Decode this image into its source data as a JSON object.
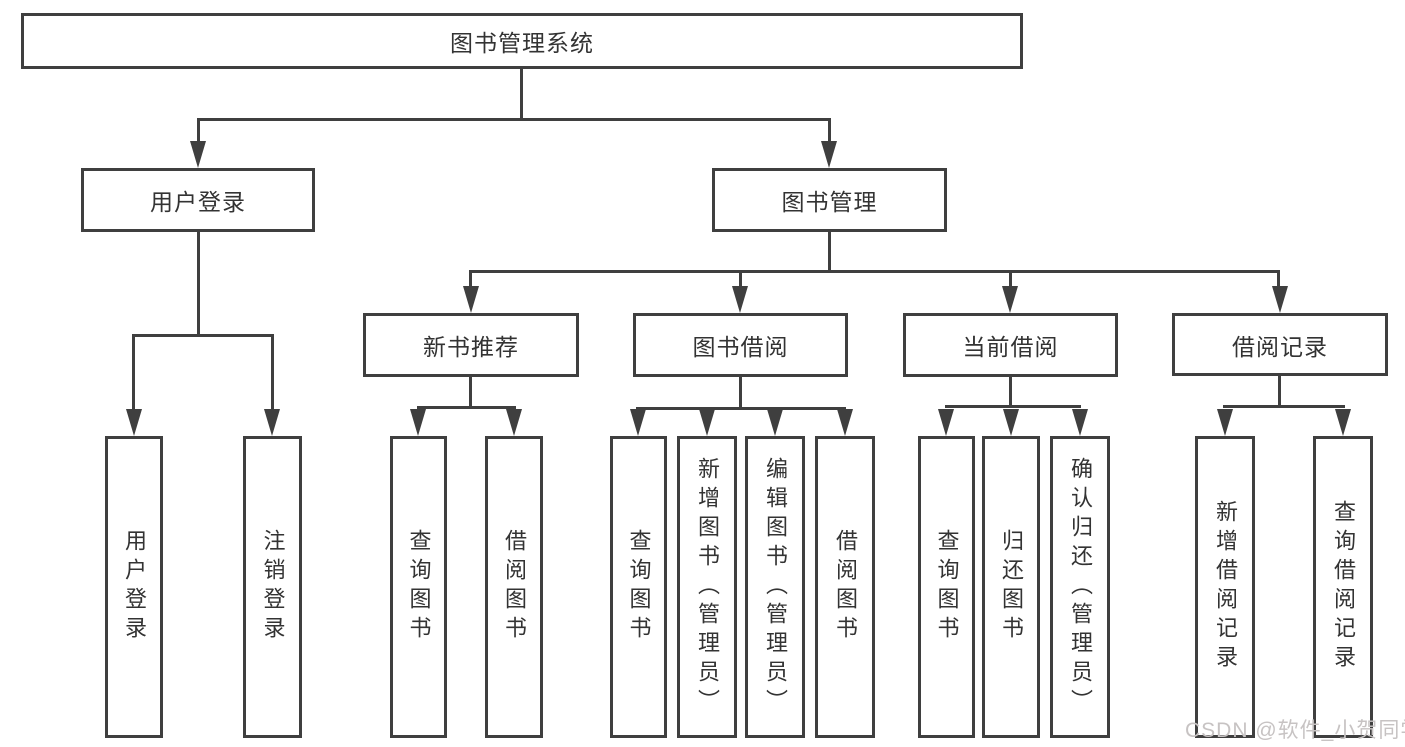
{
  "diagram": {
    "root": {
      "label": "图书管理系统"
    },
    "level2": [
      {
        "label": "用户登录",
        "parent": "图书管理系统"
      },
      {
        "label": "图书管理",
        "parent": "图书管理系统"
      }
    ],
    "level3": [
      {
        "label": "新书推荐",
        "parent": "图书管理"
      },
      {
        "label": "图书借阅",
        "parent": "图书管理"
      },
      {
        "label": "当前借阅",
        "parent": "图书管理"
      },
      {
        "label": "借阅记录",
        "parent": "图书管理"
      }
    ],
    "leaves": [
      {
        "label": "用户登录",
        "parent": "用户登录"
      },
      {
        "label": "注销登录",
        "parent": "用户登录"
      },
      {
        "label": "查询图书",
        "parent": "新书推荐"
      },
      {
        "label": "借阅图书",
        "parent": "新书推荐"
      },
      {
        "label": "查询图书",
        "parent": "图书借阅"
      },
      {
        "label": "新增图书（管理员）",
        "parent": "图书借阅"
      },
      {
        "label": "编辑图书（管理员）",
        "parent": "图书借阅"
      },
      {
        "label": "借阅图书",
        "parent": "图书借阅"
      },
      {
        "label": "查询图书",
        "parent": "当前借阅"
      },
      {
        "label": "归还图书",
        "parent": "当前借阅"
      },
      {
        "label": "确认归还（管理员）",
        "parent": "当前借阅"
      },
      {
        "label": "新增借阅记录",
        "parent": "借阅记录"
      },
      {
        "label": "查询借阅记录",
        "parent": "借阅记录"
      }
    ],
    "watermark": "CSDN @软件_小贺同学",
    "colors": {
      "line": "#3f3f3f",
      "text": "#333333",
      "background": "#ffffff",
      "watermark": "#c7c3c3"
    }
  }
}
